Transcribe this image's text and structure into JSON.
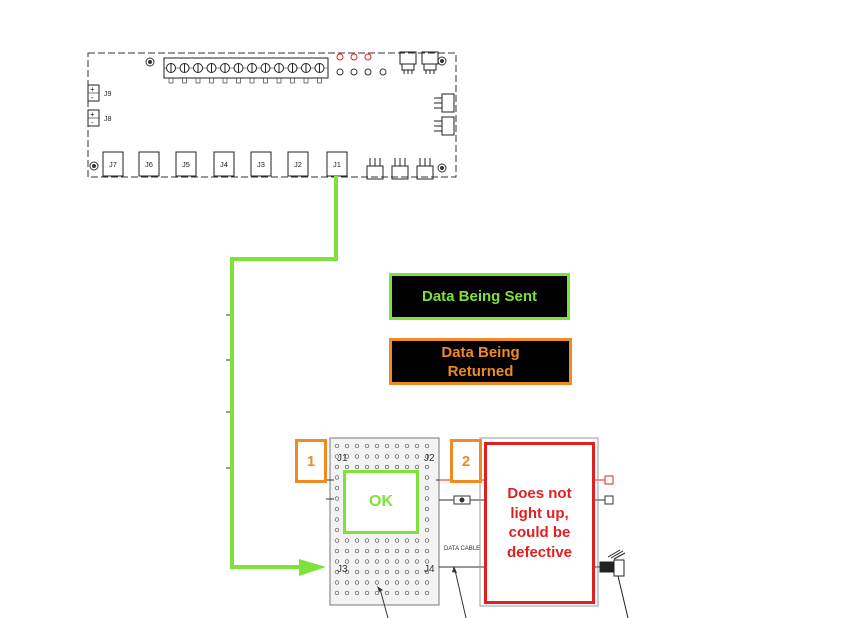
{
  "board": {
    "connectors_bottom": [
      "J7",
      "J6",
      "J5",
      "J4",
      "J3",
      "J2",
      "J1"
    ],
    "connectors_left": [
      "J9",
      "J8"
    ],
    "plus_sign": "+",
    "minus_sign": "-"
  },
  "legend": {
    "sent": "Data Being Sent",
    "returned": "Data Being\nReturned",
    "sent_color": "#7ee23a",
    "returned_color": "#f08a24"
  },
  "steps": {
    "one": "1",
    "two": "2"
  },
  "ok_label": "OK",
  "defect_label": "Does not\nlight up,\ncould be\ndefective",
  "defect_color": "#e02020",
  "lower_board": {
    "top_left": "J1",
    "top_right": "J2",
    "bottom_left": "J3",
    "bottom_right": "J4",
    "cable_label": "DATA CABLE"
  }
}
